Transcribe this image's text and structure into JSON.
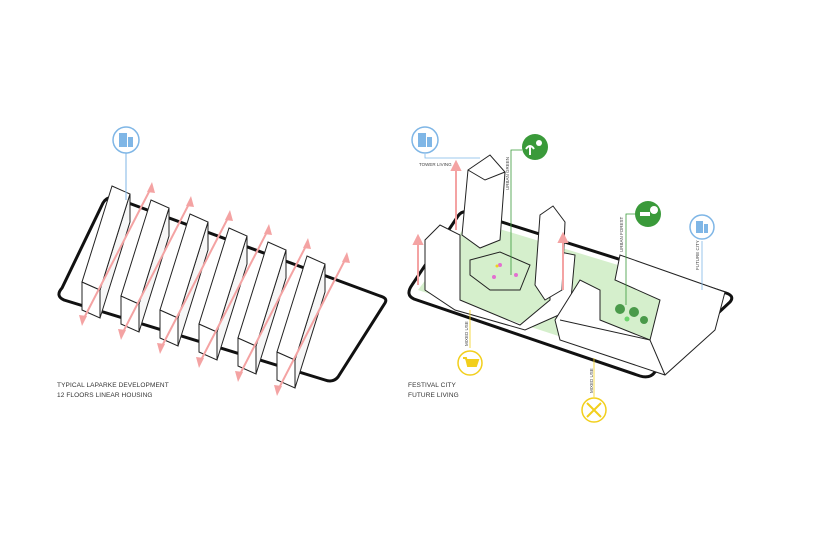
{
  "left_panel": {
    "caption": [
      "TYPICAL LAPARKE DEVELOPMENT",
      "12 FLOORS LINEAR HOUSING"
    ],
    "icon": "building-icon"
  },
  "right_panel": {
    "caption": [
      "FESTIVAL CITY",
      "FUTURE LIVING"
    ],
    "labels": {
      "tower_living": "TOWER LIVING",
      "urban_green": "URBAN GREEN",
      "urban_forest": "URBAN FOREST",
      "future_city": "FUTURE CITY",
      "mixed_use_1": "MIXED USE",
      "mixed_use_2": "MIXED USE"
    },
    "icons": [
      "building-icon",
      "plant-butterfly-icon",
      "bench-tree-icon",
      "building-icon",
      "shopping-cart-icon",
      "fork-knife-icon"
    ]
  },
  "colors": {
    "blue": "#7fb6e6",
    "green": "#3a9a3a",
    "yellow": "#f2cf1c",
    "pink": "#f4a3a3",
    "lawn": "#d5efcc"
  }
}
